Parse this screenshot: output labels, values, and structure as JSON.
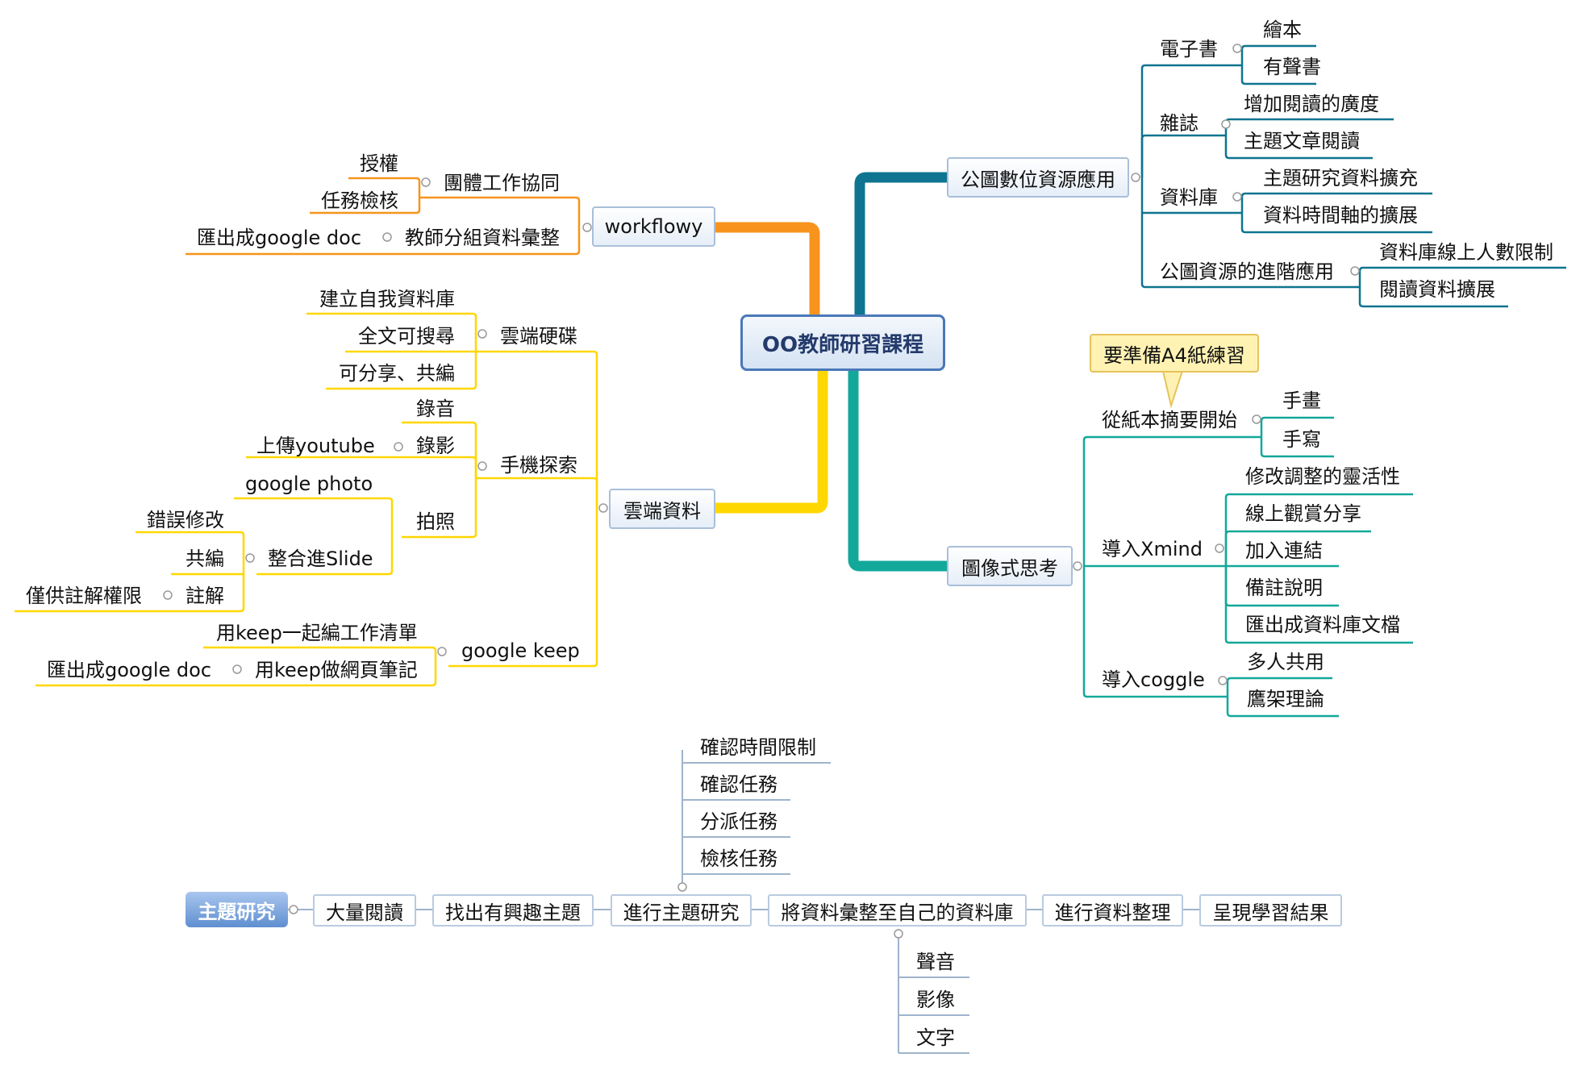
{
  "mindmap": {
    "root": "OO教師研習課程",
    "workflowy": {
      "label": "workflowy",
      "group_work": "團體工作協同",
      "authorize": "授權",
      "task_check": "任務檢核",
      "teacher_group": "教師分組資料彙整",
      "export_doc": "匯出成google doc"
    },
    "cloud": {
      "label": "雲端資料",
      "drive": "雲端硬碟",
      "build_db": "建立自我資料庫",
      "fulltext": "全文可搜尋",
      "share": "可分享、共編",
      "mobile": "手機探索",
      "record_audio": "錄音",
      "record_video": "錄影",
      "upload_youtube": "上傳youtube",
      "photo": "拍照",
      "google_photo": "google photo",
      "slide": "整合進Slide",
      "fix_errors": "錯誤修改",
      "coedit": "共編",
      "annotate": "註解",
      "comment_only": "僅供註解權限",
      "keep": "google keep",
      "keep_tasks": "用keep一起編工作清單",
      "keep_notes": "用keep做網頁筆記",
      "keep_export": "匯出成google doc"
    },
    "library": {
      "label": "公圖數位資源應用",
      "ebook": "電子書",
      "picture_book": "繪本",
      "audiobook": "有聲書",
      "magazine": "雜誌",
      "breadth": "增加閱讀的廣度",
      "theme_reading": "主題文章閱讀",
      "database": "資料庫",
      "research_expand": "主題研究資料擴充",
      "timeline_expand": "資料時間軸的擴展",
      "advanced": "公圖資源的進階應用",
      "online_limit": "資料庫線上人數限制",
      "reading_expand": "閱讀資料擴展"
    },
    "visual": {
      "label": "圖像式思考",
      "callout": "要準備A4紙練習",
      "paper": "從紙本摘要開始",
      "handdraw": "手畫",
      "handwrite": "手寫",
      "xmind": "導入Xmind",
      "flexibility": "修改調整的靈活性",
      "online_share": "線上觀賞分享",
      "add_links": "加入連結",
      "notes": "備註說明",
      "export_db": "匯出成資料庫文檔",
      "coggle": "導入coggle",
      "multi_user": "多人共用",
      "scaffolding": "鷹架理論"
    }
  },
  "flow": {
    "title": "主題研究",
    "steps": [
      "大量閱讀",
      "找出有興趣主題",
      "進行主題研究",
      "將資料彙整至自己的資料庫",
      "進行資料整理",
      "呈現學習結果"
    ],
    "research_subs": [
      "確認時間限制",
      "確認任務",
      "分派任務",
      "檢核任務"
    ],
    "db_subs": [
      "聲音",
      "影像",
      "文字"
    ]
  },
  "colors": {
    "workflowy": "#f7941d",
    "cloud": "#ffd700",
    "library": "#0e7490",
    "visual": "#12a89a"
  }
}
